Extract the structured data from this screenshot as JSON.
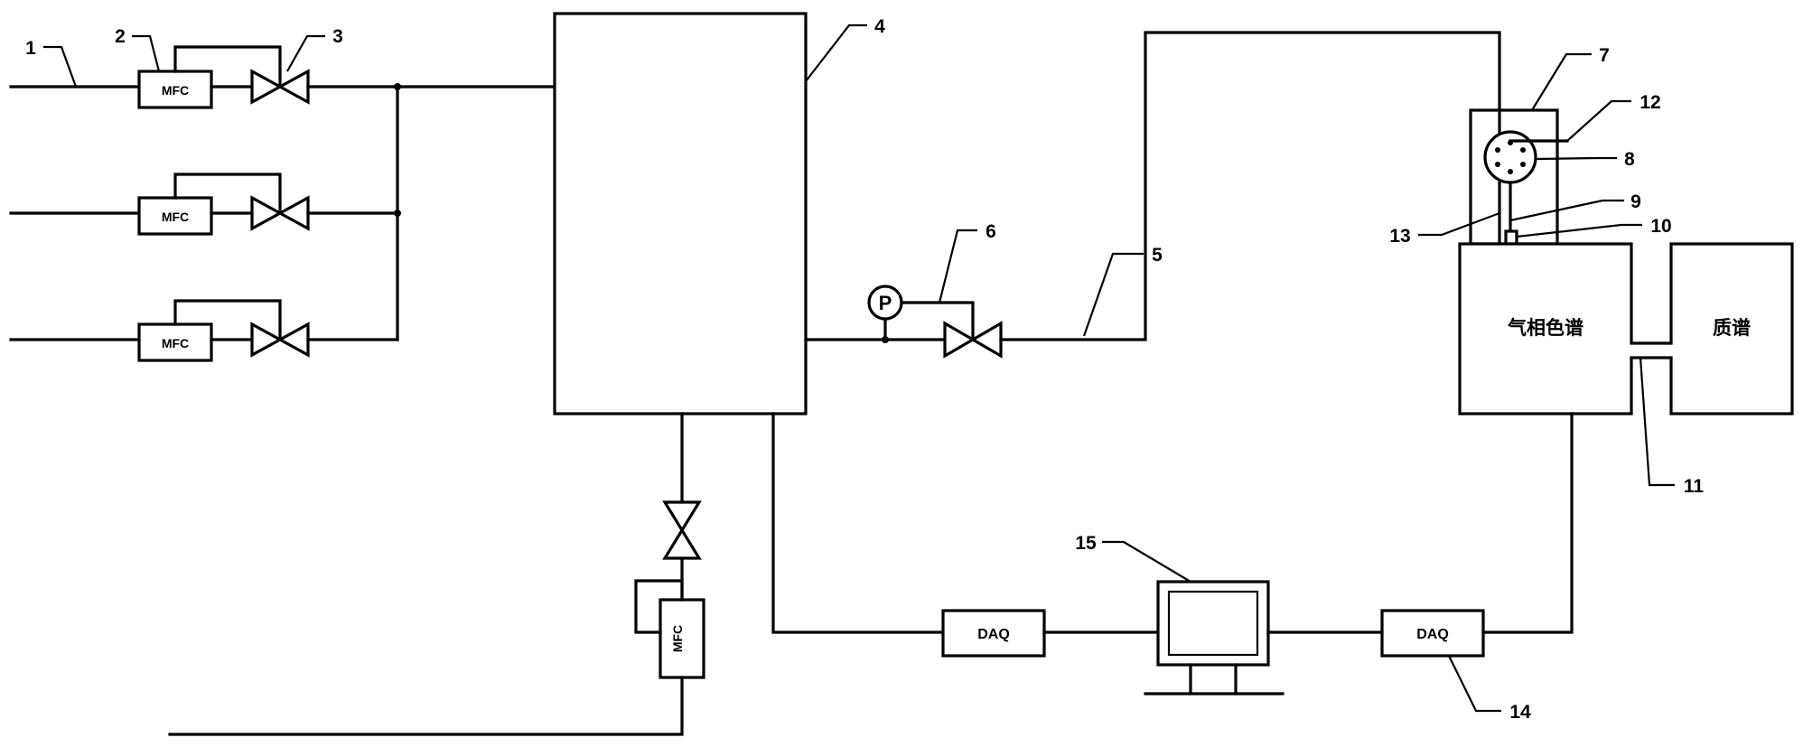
{
  "labels": {
    "n1": "1",
    "n2": "2",
    "n3": "3",
    "n4": "4",
    "n5": "5",
    "n6": "6",
    "n7": "7",
    "n8": "8",
    "n9": "9",
    "n10": "10",
    "n11": "11",
    "n12": "12",
    "n13": "13",
    "n14": "14",
    "n15": "15"
  },
  "mfc_label": "MFC",
  "daq_label": "DAQ",
  "pressure_gauge_label": "P",
  "gc_label": "气相色谱",
  "ms_label": "质谱"
}
